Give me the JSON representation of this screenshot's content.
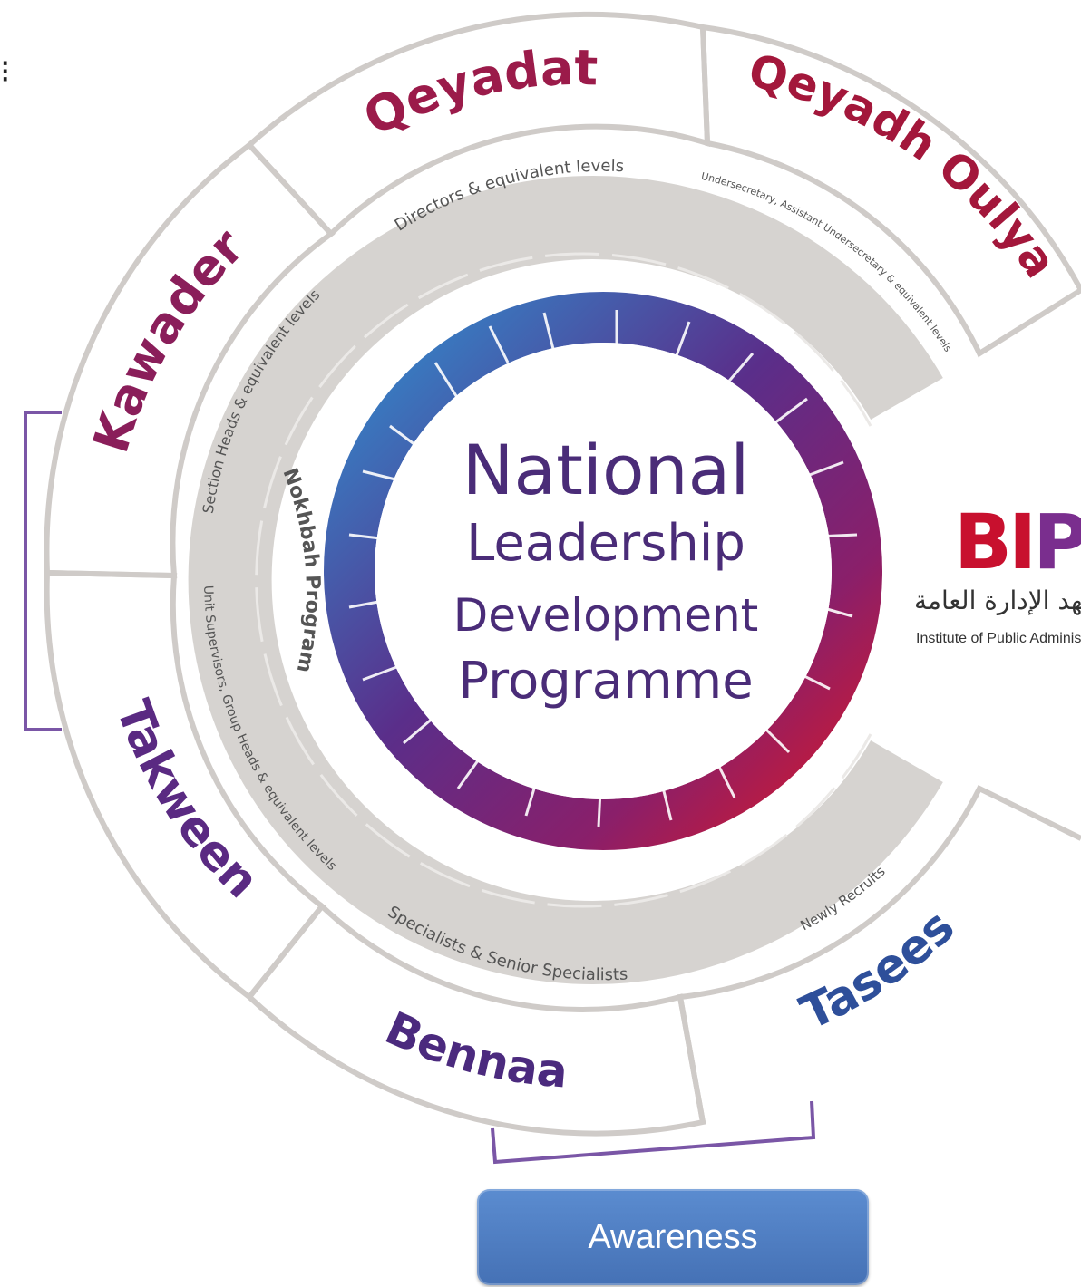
{
  "center": {
    "line1": "National",
    "line2": "Leadership",
    "line3": "Development",
    "line4": "Programme"
  },
  "inner_ring_label": "Nokhbah Program",
  "segments": [
    {
      "name": "Qeyadat",
      "subtitle": "Directors & equivalent levels",
      "color": "#9b1b4a"
    },
    {
      "name": "Qeyadh Oulya",
      "subtitle": "Undersecretary, Assistant Undersecretary & equivalent levels",
      "color": "#a3173b"
    },
    {
      "name": "Kawader",
      "subtitle": "Section Heads & equivalent levels",
      "color": "#8a1e5a"
    },
    {
      "name": "Takween",
      "subtitle": "Unit Supervisors, Group Heads & equivalent levels",
      "color": "#5a2a82"
    },
    {
      "name": "Bennaa",
      "subtitle": "Specialists & Senior Specialists",
      "color": "#4b2a7e"
    },
    {
      "name": "Tasees",
      "subtitle": "Newly Recruits",
      "color": "#2e4f9a"
    }
  ],
  "logo": {
    "mark_a": "BI",
    "mark_b": "P",
    "arabic": "معهد الإدارة العامة",
    "english": "Institute of Public Administration"
  },
  "awareness_label": "Awareness",
  "corner_glyph": "⁝",
  "colors": {
    "ring_gray": "#d6d3d0",
    "outer_line": "#cfcbc8",
    "bracket": "#7a56a6",
    "center_text": "#4a2c78"
  }
}
